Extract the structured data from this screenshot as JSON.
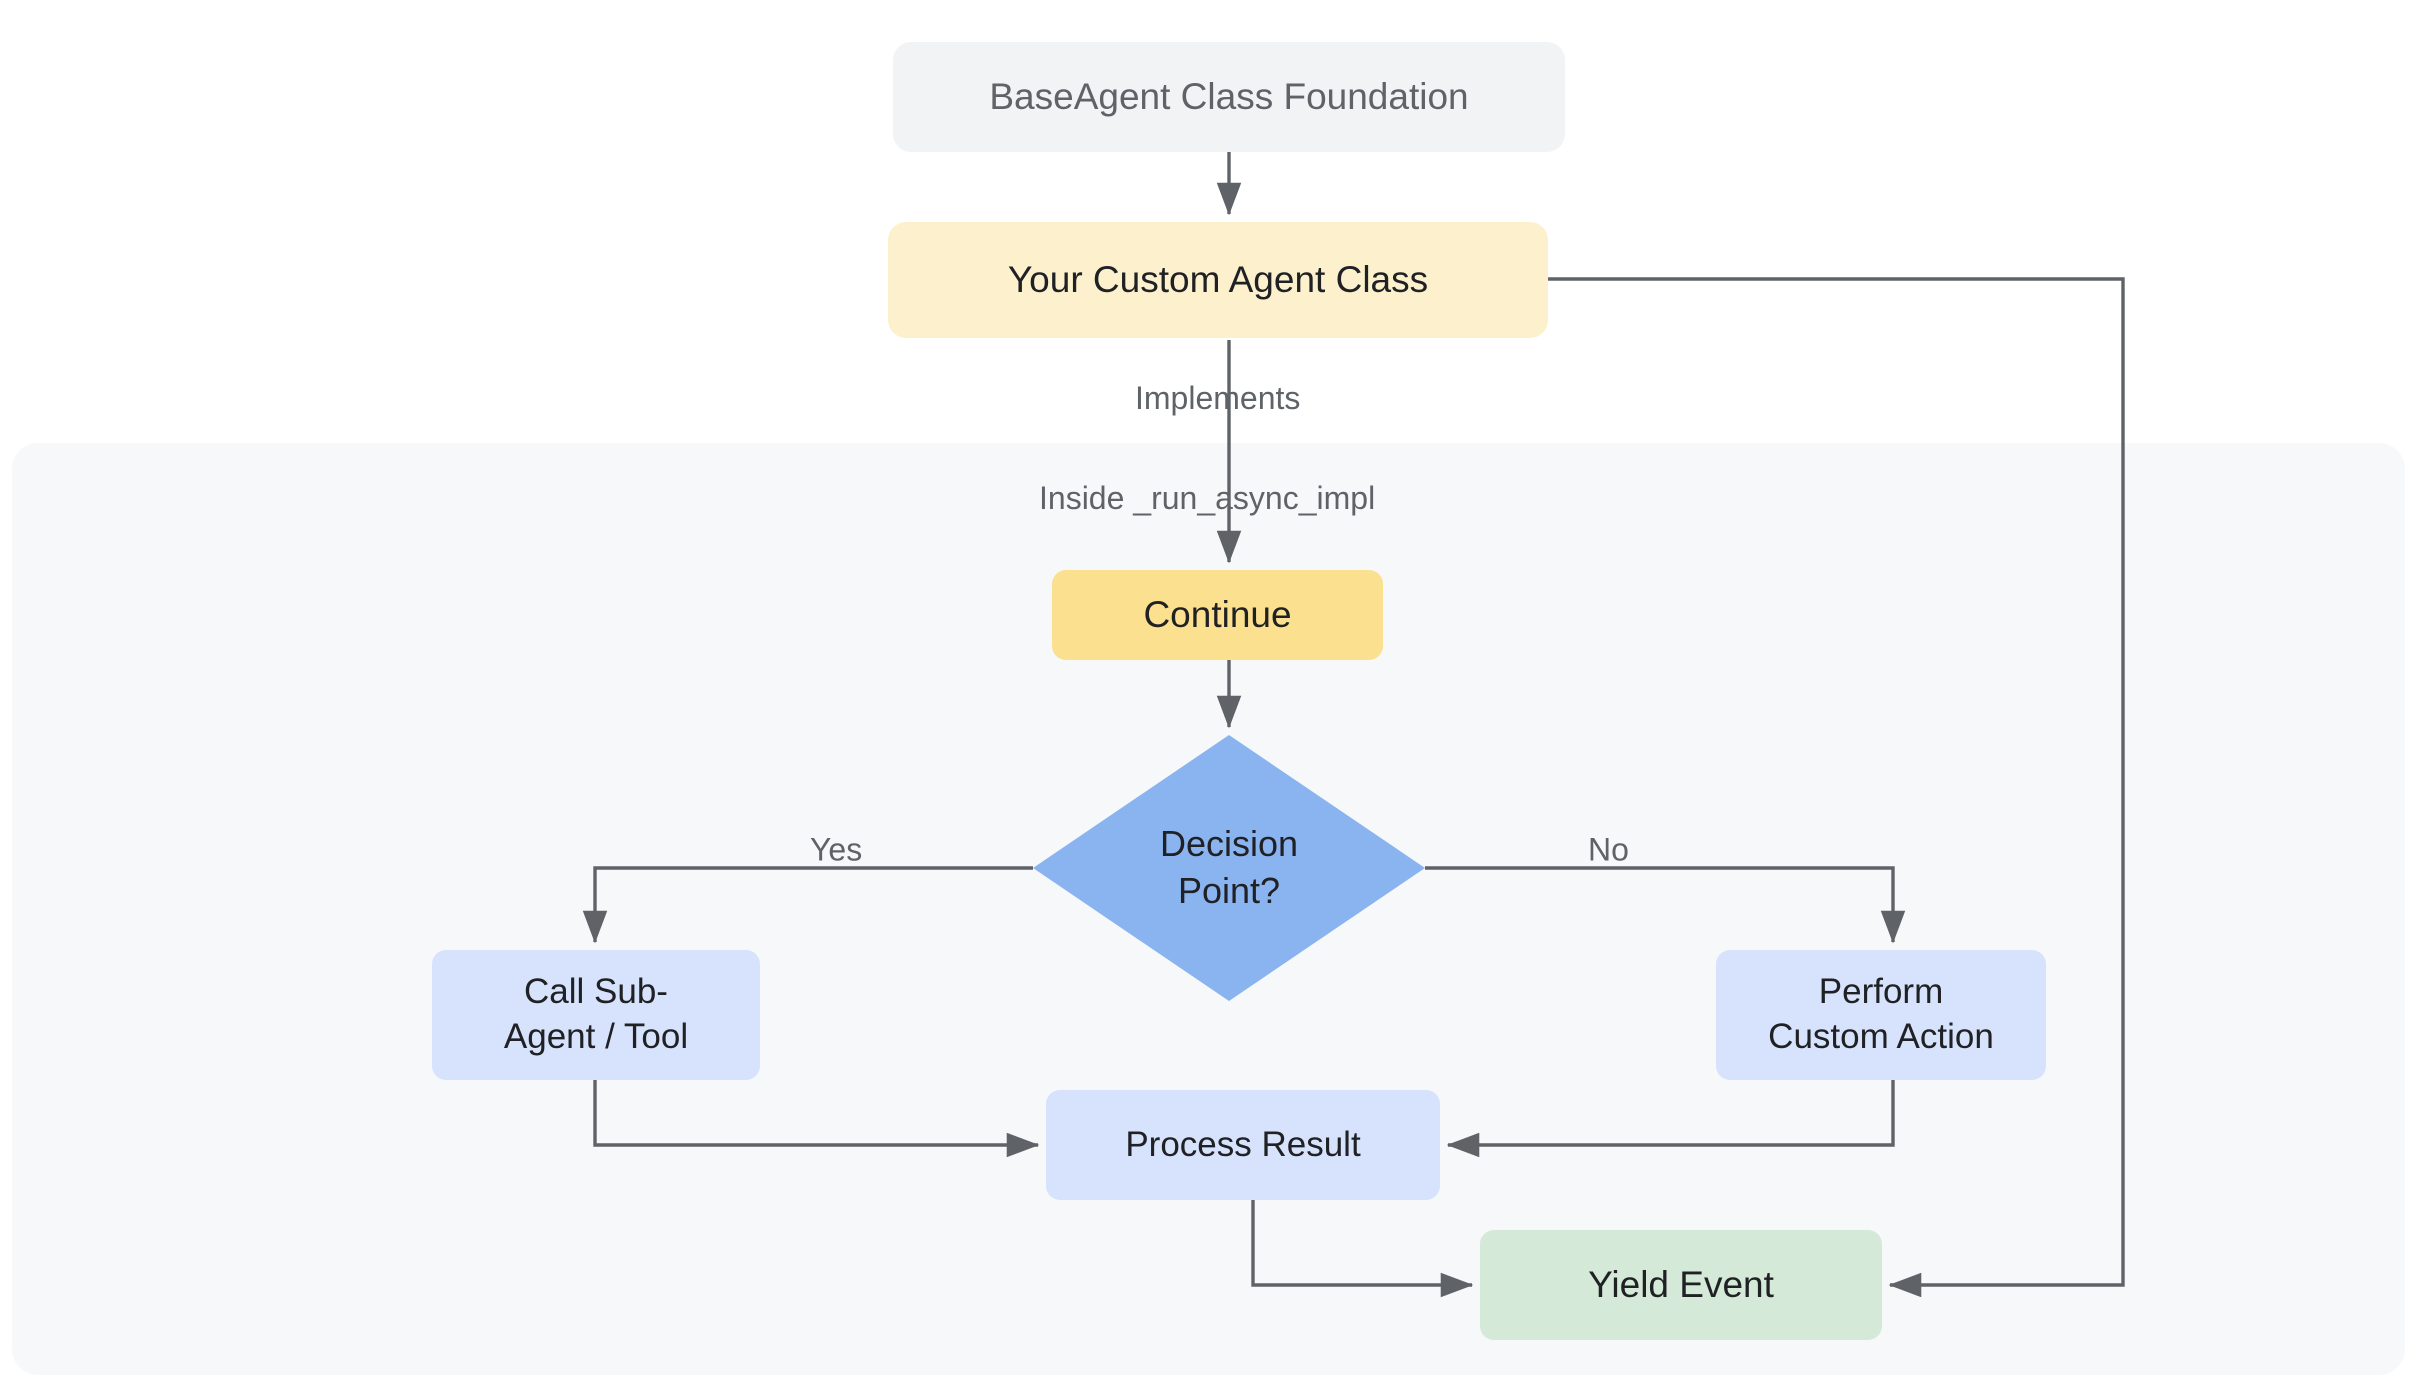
{
  "diagram": {
    "type": "flowchart",
    "title": "",
    "background_color": "#ffffff",
    "edge_color": "#5f6368",
    "subgraph": {
      "label": "",
      "fill": "#f6f8fa"
    },
    "nodes": [
      {
        "id": "foundation",
        "label": "BaseAgent Class Foundation",
        "shape": "rounded-rect",
        "fill": "#f1f3f4",
        "text_color": "#5f6368"
      },
      {
        "id": "custom_agent",
        "label": "Your Custom Agent Class",
        "shape": "rounded-rect",
        "fill": "#fcf0cd",
        "text_color": "#202124"
      },
      {
        "id": "continue",
        "label": "Continue",
        "shape": "rounded-rect",
        "fill": "#fbe08f",
        "text_color": "#202124"
      },
      {
        "id": "decision",
        "label": "Decision\nPoint?",
        "shape": "diamond",
        "fill": "#8ab4f0",
        "text_color": "#202124"
      },
      {
        "id": "call_sub_agent",
        "label": "Call Sub-\nAgent / Tool",
        "shape": "rounded-rect",
        "fill": "#d7e3fc",
        "text_color": "#202124"
      },
      {
        "id": "custom_action",
        "label": "Perform\nCustom Action",
        "shape": "rounded-rect",
        "fill": "#d7e3fc",
        "text_color": "#202124"
      },
      {
        "id": "process_result",
        "label": "Process Result",
        "shape": "rounded-rect",
        "fill": "#d7e3fc",
        "text_color": "#202124"
      },
      {
        "id": "yield_event",
        "label": "Yield Event",
        "shape": "rounded-rect",
        "fill": "#d4e9d7",
        "text_color": "#202124"
      }
    ],
    "edges": [
      {
        "from": "foundation",
        "to": "custom_agent",
        "label": ""
      },
      {
        "from": "custom_agent",
        "to": "continue",
        "label": "Implements"
      },
      {
        "from": "custom_agent",
        "to": "continue",
        "label": "Inside _run_async_impl"
      },
      {
        "from": "continue",
        "to": "decision",
        "label": ""
      },
      {
        "from": "decision",
        "to": "call_sub_agent",
        "label": "Yes"
      },
      {
        "from": "decision",
        "to": "custom_action",
        "label": "No"
      },
      {
        "from": "call_sub_agent",
        "to": "process_result",
        "label": ""
      },
      {
        "from": "custom_action",
        "to": "process_result",
        "label": ""
      },
      {
        "from": "process_result",
        "to": "yield_event",
        "label": ""
      },
      {
        "from": "custom_agent",
        "to": "yield_event",
        "label": ""
      }
    ],
    "edge_labels": {
      "implements": "Implements",
      "inside_run_async_impl": "Inside _run_async_impl",
      "yes": "Yes",
      "no": "No"
    }
  }
}
